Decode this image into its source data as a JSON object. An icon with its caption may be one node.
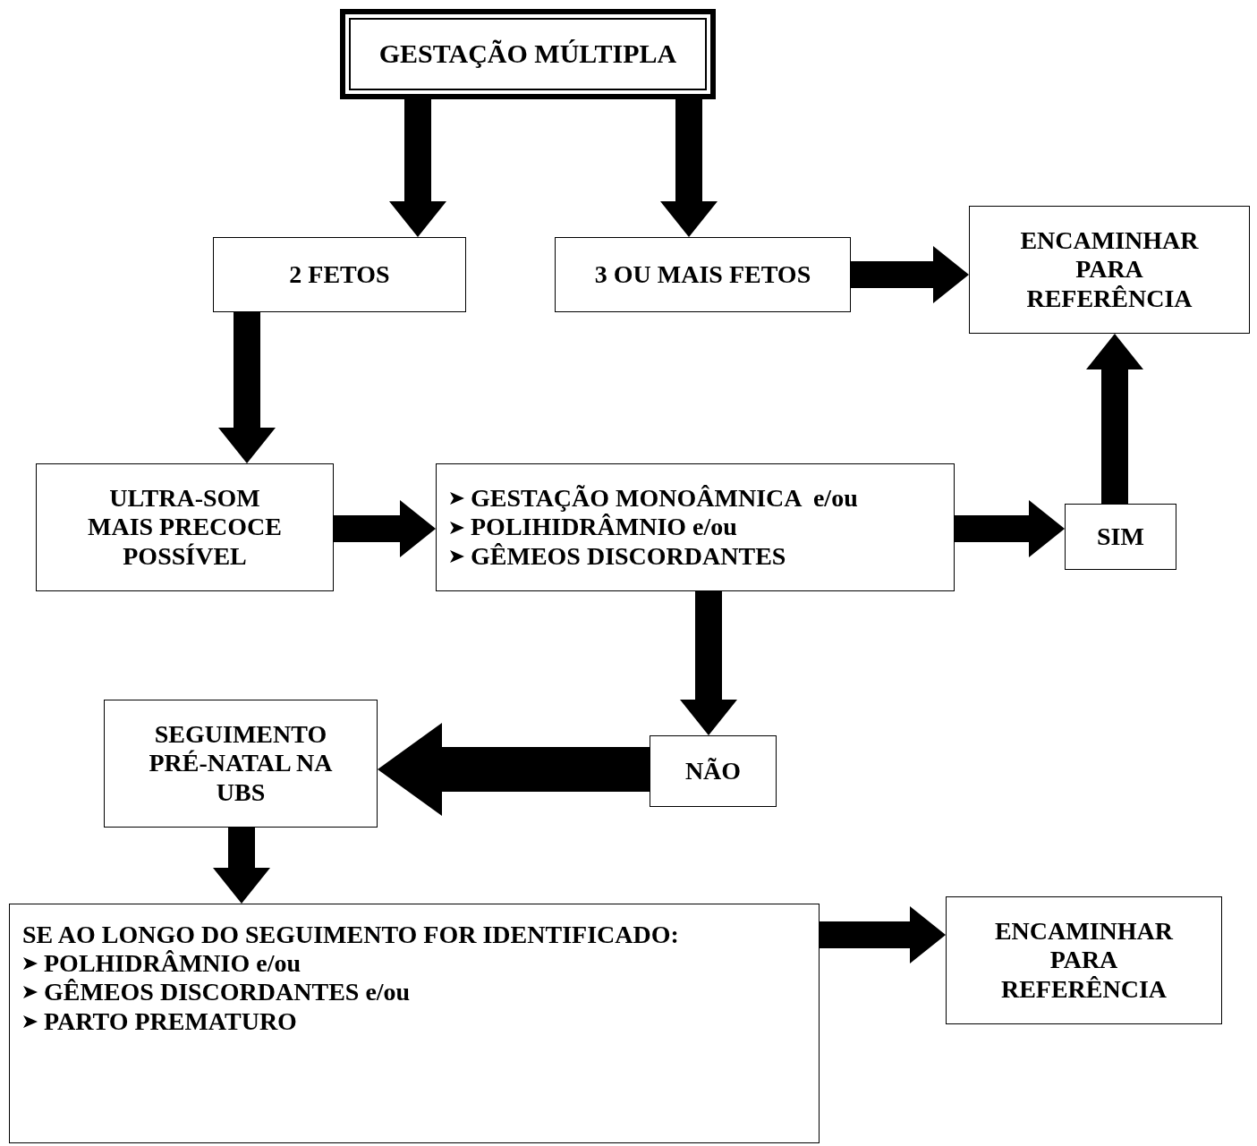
{
  "diagram": {
    "nodes": [
      {
        "text": [
          "GESTAÇÃO MÚLTIPLA"
        ]
      },
      {
        "text": [
          "2 FETOS"
        ]
      },
      {
        "text": [
          "3 OU MAIS FETOS"
        ]
      },
      {
        "text": [
          "ENCAMINHAR PARA REFERÊNCIA"
        ]
      },
      {
        "text": [
          "ULTRA-SOM MAIS PRECOCE POSSÍVEL"
        ]
      },
      {
        "text": [
          "GESTAÇÃO MONOÂMNICA  e/ou",
          "POLIHIDRÂMNIO e/ou",
          "GÊMEOS DISCORDANTES"
        ]
      },
      {
        "text": [
          "SIM"
        ]
      },
      {
        "text": [
          "SEGUIMENTO PRÉ-NATAL NA UBS"
        ]
      },
      {
        "text": [
          "NÃO"
        ]
      },
      {
        "text": [
          "SE AO LONGO DO SEGUIMENTO FOR IDENTIFICADO:",
          "POLHIDRÂMNIO e/ou",
          "GÊMEOS DISCORDANTES e/ou",
          "PARTO PREMATURO"
        ]
      },
      {
        "text": [
          "ENCAMINHAR PARA REFERÊNCIA"
        ]
      }
    ],
    "edges": [
      {
        "from": 0,
        "to": 1,
        "arrow": "to"
      },
      {
        "from": 0,
        "to": 2,
        "arrow": "to"
      },
      {
        "from": 2,
        "to": 3,
        "arrow": "to"
      },
      {
        "from": 1,
        "to": 4,
        "arrow": "to"
      },
      {
        "from": 4,
        "to": 5,
        "arrow": "to"
      },
      {
        "from": 5,
        "to": 6,
        "arrow": "to"
      },
      {
        "from": 6,
        "to": 3,
        "arrow": "to"
      },
      {
        "from": 5,
        "to": 8,
        "arrow": "to"
      },
      {
        "from": 8,
        "to": 7,
        "arrow": "to"
      },
      {
        "from": 7,
        "to": 9,
        "arrow": "to"
      },
      {
        "from": 9,
        "to": 10,
        "arrow": "to"
      }
    ]
  }
}
